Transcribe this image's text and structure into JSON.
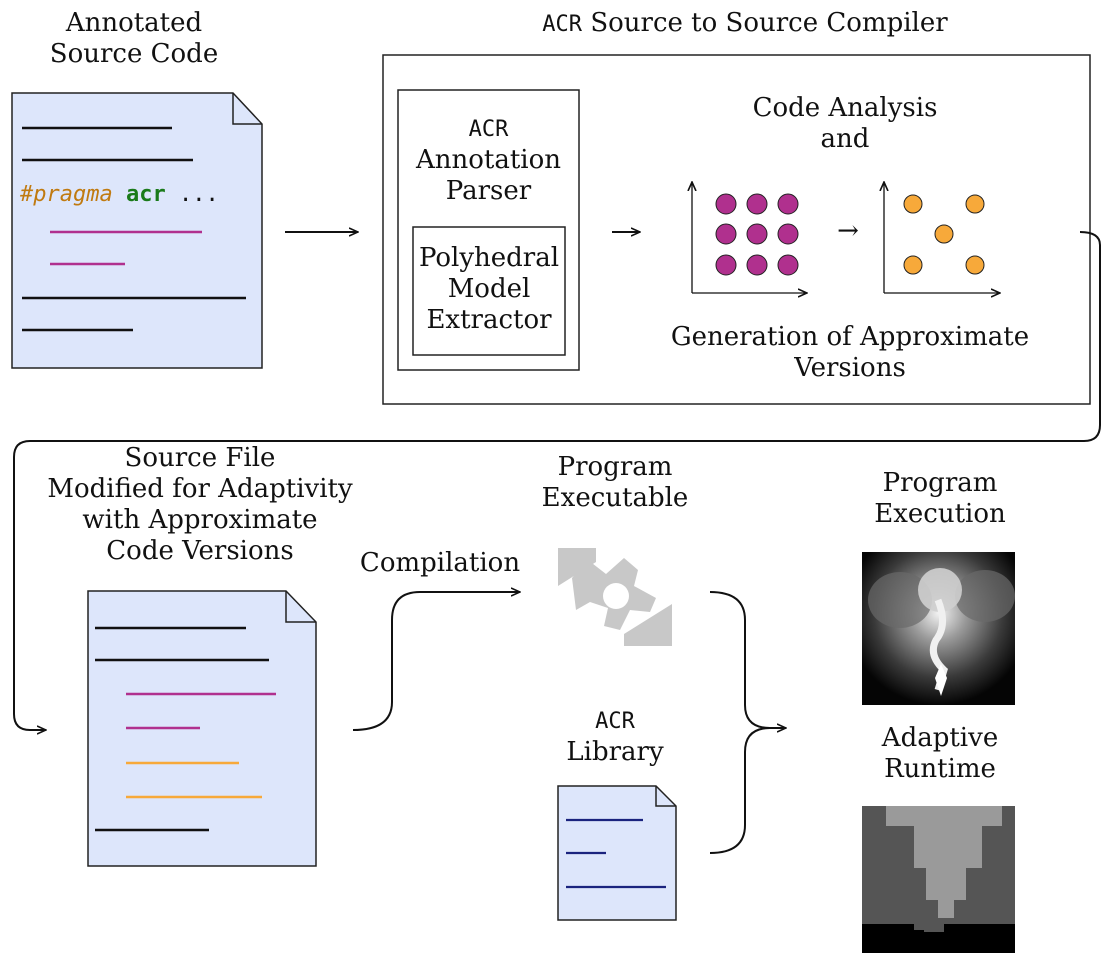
{
  "input_file": {
    "label_lines": [
      "Annotated",
      "Source Code"
    ],
    "pragma_keyword": "#pragma",
    "acr_keyword": "acr",
    "ellipsis": "..."
  },
  "compiler": {
    "title_prefix": "ACR",
    "title_rest": "Source to Source Compiler",
    "parser": {
      "prefix": "ACR",
      "lines": [
        "Annotation",
        "Parser"
      ],
      "inner_lines": [
        "Polyhedral",
        "Model",
        "Extractor"
      ]
    },
    "analysis_lines": [
      "Code Analysis",
      "and"
    ],
    "generation_lines": [
      "Generation of Approximate",
      "Versions"
    ],
    "transform_arrow": "→"
  },
  "modified_file": {
    "label_lines": [
      "Source File",
      "Modified for Adaptivity",
      "with Approximate",
      "Code Versions"
    ]
  },
  "compilation": {
    "label": "Compilation"
  },
  "executable": {
    "label_lines": [
      "Program",
      "Executable"
    ],
    "icon": "gear-icon"
  },
  "library": {
    "prefix": "ACR",
    "label": "Library"
  },
  "execution": {
    "label_lines": [
      "Program",
      "Execution"
    ]
  },
  "runtime": {
    "label_lines": [
      "Adaptive",
      "Runtime"
    ]
  },
  "colors": {
    "file_fill": "#dde6fb",
    "purple": "#b0308e",
    "orange": "#f7a93a",
    "keyword_green": "#1a7a1a",
    "pragma_orange": "#c07a10",
    "library_line": "#1a237e",
    "gear_gray": "#c8c8c8"
  }
}
